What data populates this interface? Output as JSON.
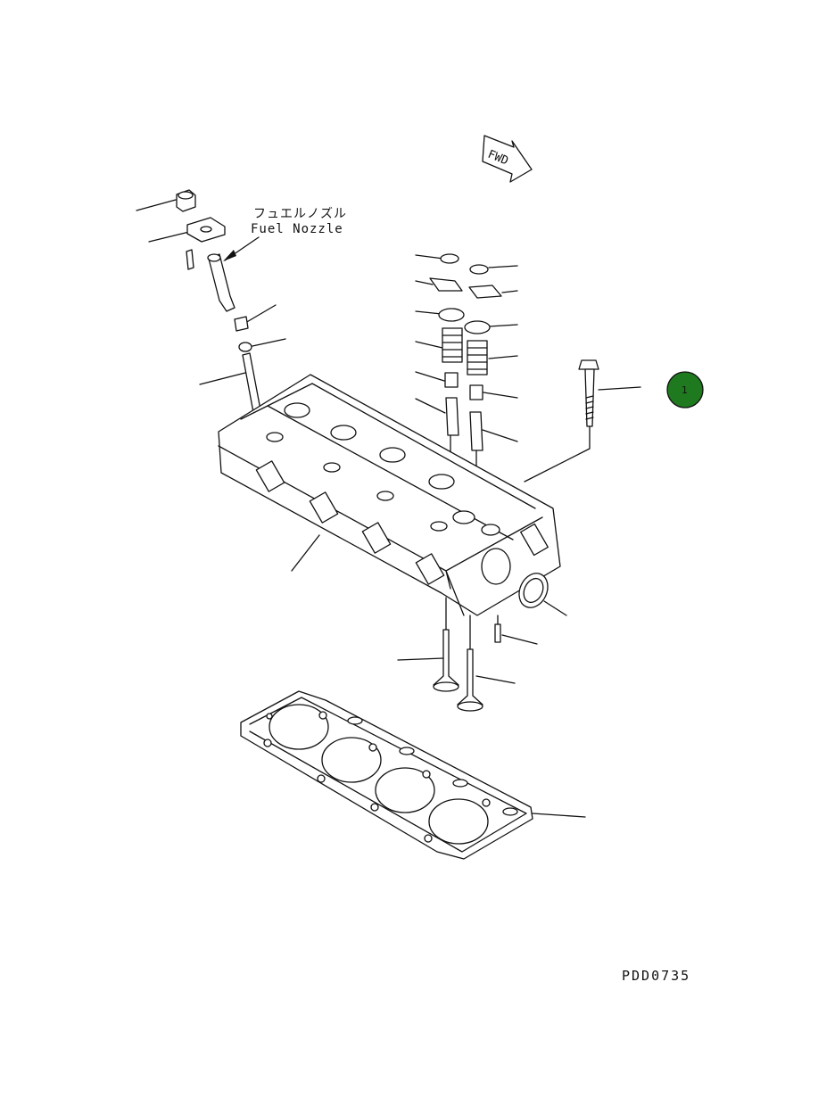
{
  "diagram": {
    "fwd_label": "FWD",
    "fuel_nozzle_label_jp": "フュエルノズル",
    "fuel_nozzle_label_en": "Fuel Nozzle",
    "drawing_code": "PDD0735",
    "marker_number": "1",
    "marker_color": "#1f7a1f"
  }
}
